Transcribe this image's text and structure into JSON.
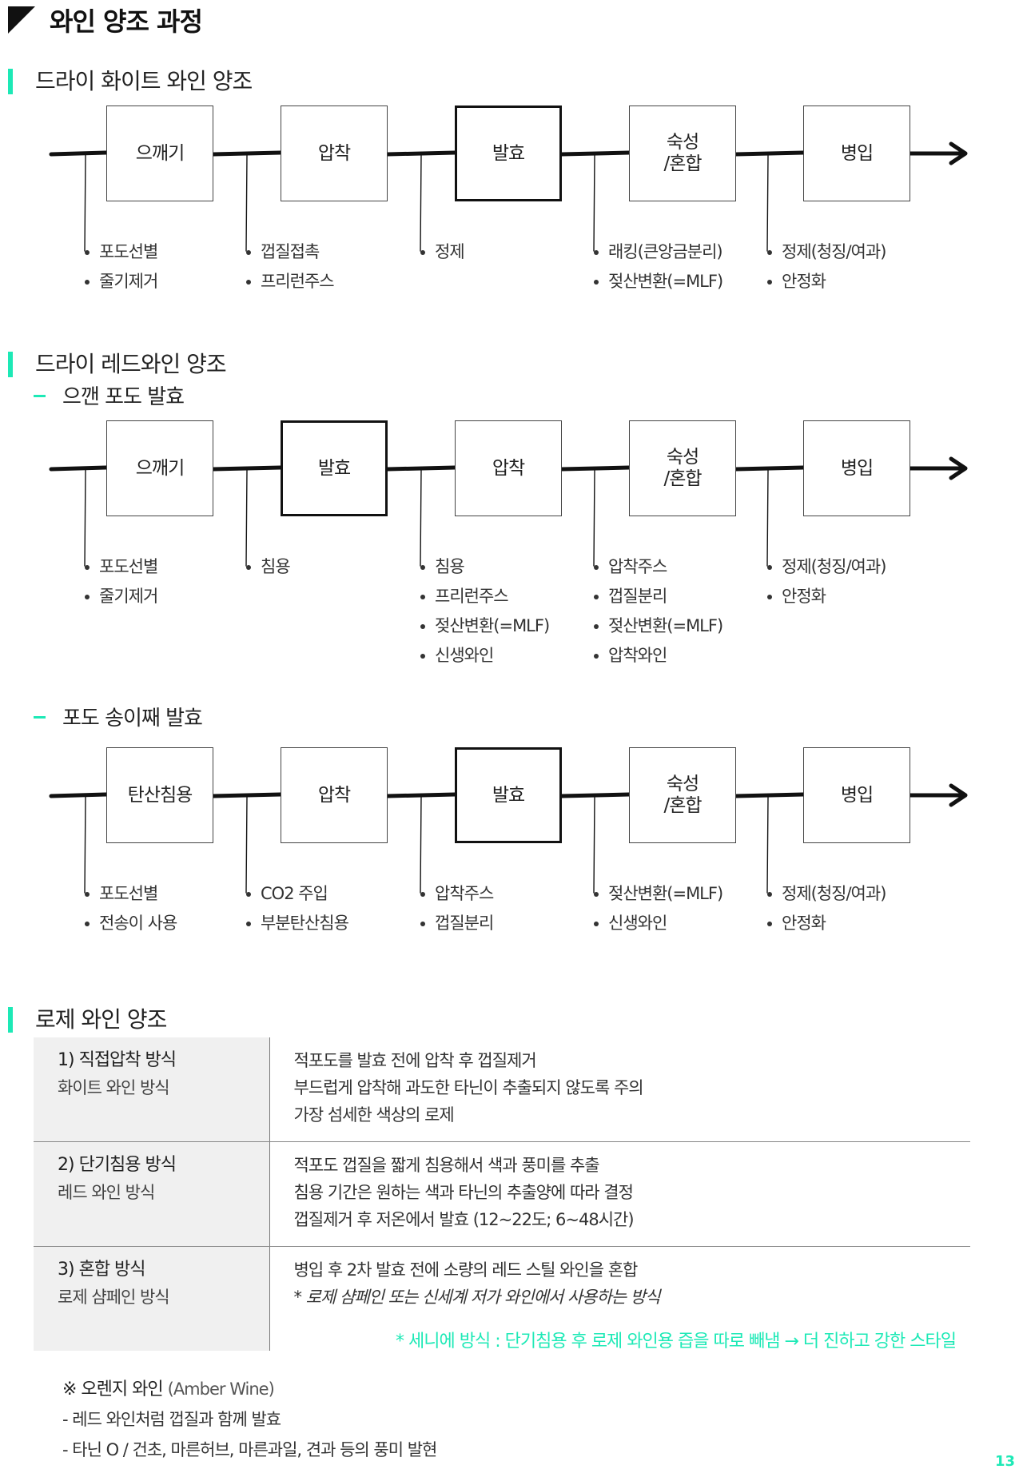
{
  "page_title": "와인 양조 과정",
  "sections": {
    "white": {
      "title": "드라이 화이트 와인 양조",
      "steps": [
        {
          "label": "으깨기",
          "bold": false,
          "notes": [
            "포도선별",
            "줄기제거"
          ]
        },
        {
          "label": "압착",
          "bold": false,
          "notes": [
            "껍질접촉",
            "프리런주스"
          ]
        },
        {
          "label": "발효",
          "bold": true,
          "notes": [
            "정제"
          ]
        },
        {
          "label": "숙성\n/혼합",
          "bold": false,
          "notes": [
            "래킹(큰앙금분리)",
            "젖산변환(=MLF)"
          ]
        },
        {
          "label": "병입",
          "bold": false,
          "notes": [
            "정제(청징/여과)",
            "안정화"
          ]
        }
      ]
    },
    "red": {
      "title": "드라이 레드와인 양조",
      "crushed": {
        "subtitle": "으깬 포도 발효",
        "steps": [
          {
            "label": "으깨기",
            "bold": false,
            "notes": [
              "포도선별",
              "줄기제거"
            ]
          },
          {
            "label": "발효",
            "bold": true,
            "notes": [
              "침용"
            ]
          },
          {
            "label": "압착",
            "bold": false,
            "notes": [
              "침용",
              "프리런주스",
              "젖산변환(=MLF)",
              "신생와인"
            ]
          },
          {
            "label": "숙성\n/혼합",
            "bold": false,
            "notes": [
              "압착주스",
              "껍질분리",
              "젖산변환(=MLF)",
              "압착와인"
            ]
          },
          {
            "label": "병입",
            "bold": false,
            "notes": [
              "정제(청징/여과)",
              "안정화"
            ]
          }
        ]
      },
      "whole": {
        "subtitle": "포도 송이째 발효",
        "steps": [
          {
            "label": "탄산침용",
            "bold": false,
            "notes": [
              "포도선별",
              "전송이 사용"
            ]
          },
          {
            "label": "압착",
            "bold": false,
            "notes": [
              "CO2 주입",
              "부분탄산침용"
            ]
          },
          {
            "label": "발효",
            "bold": true,
            "notes": [
              "압착주스",
              "껍질분리"
            ]
          },
          {
            "label": "숙성\n/혼합",
            "bold": false,
            "notes": [
              "젖산변환(=MLF)",
              "신생와인"
            ]
          },
          {
            "label": "병입",
            "bold": false,
            "notes": [
              "정제(청징/여과)",
              "안정화"
            ]
          }
        ]
      }
    },
    "rose": {
      "title": "로제 와인 양조",
      "rows": [
        {
          "method": "1) 직접압착 방식",
          "sub": "화이트 와인 방식",
          "lines": [
            "적포도를 발효 전에 압착 후 껍질제거",
            "부드럽게 압착해 과도한 타닌이 추출되지 않도록 주의",
            "가장 섬세한 색상의 로제"
          ],
          "italic": ""
        },
        {
          "method": "2) 단기침용 방식",
          "sub": "레드 와인 방식",
          "lines": [
            "적포도 껍질을 짧게 침용해서 색과 풍미를 추출",
            "침용 기간은 원하는 색과 타닌의 추출양에 따라 결정",
            "껍질제거 후 저온에서 발효 (12~22도; 6~48시간)"
          ],
          "italic": ""
        },
        {
          "method": "3) 혼합 방식",
          "sub": "로제 샴페인 방식",
          "lines": [
            "병입 후 2차 발효 전에 소량의 레드 스틸 와인을 혼합"
          ],
          "italic": "* 로제 샴페인 또는 신세계 저가 와인에서 사용하는 방식"
        }
      ],
      "saignee_note": "* 세니에 방식 : 단기침용 후 로제 와인용 즙을 따로 빼냄 → 더 진하고 강한 스타일"
    },
    "orange": {
      "title": "※ 오렌지 와인",
      "title_en": "(Amber Wine)",
      "lines": [
        "- 레드 와인처럼 껍질과 함께 발효",
        "- 타닌 O / 건초, 마른허브, 마른과일, 견과 등의 풍미 발현"
      ]
    }
  },
  "page_number": "13",
  "colors": {
    "accent": "#1de9b6",
    "text": "#222222",
    "table_bg": "#f0f0f0"
  }
}
